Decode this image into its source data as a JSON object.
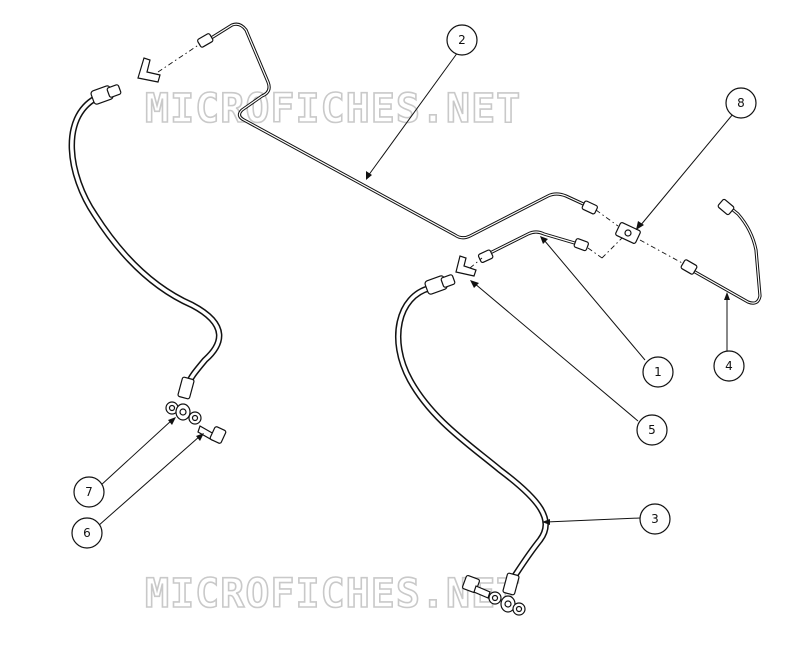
{
  "watermark": {
    "text": "MICROFICHES.NET"
  },
  "callouts": [
    {
      "id": "callout-1",
      "label": "1"
    },
    {
      "id": "callout-2",
      "label": "2"
    },
    {
      "id": "callout-3",
      "label": "3"
    },
    {
      "id": "callout-4",
      "label": "4"
    },
    {
      "id": "callout-5",
      "label": "5"
    },
    {
      "id": "callout-6",
      "label": "6"
    },
    {
      "id": "callout-7",
      "label": "7"
    },
    {
      "id": "callout-8",
      "label": "8"
    }
  ]
}
